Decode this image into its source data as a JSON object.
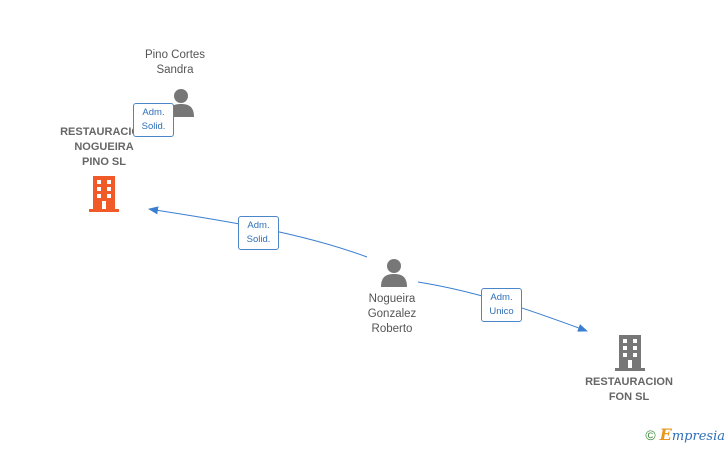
{
  "nodes": {
    "pino_cortes": {
      "label": "Pino Cortes\nSandra",
      "type": "person"
    },
    "restauracion_nogueira": {
      "label": "RESTAURACION\nNOGUEIRA\nPINO  SL",
      "type": "company",
      "color": "#f05a28"
    },
    "nogueira_gonzalez": {
      "label": "Nogueira\nGonzalez\nRoberto",
      "type": "person"
    },
    "restauracion_fon": {
      "label": "RESTAURACION\nFON  SL",
      "type": "company",
      "color": "#777777"
    }
  },
  "relations": [
    {
      "from": "pino_cortes",
      "to": "restauracion_nogueira",
      "label": "Adm.\nSolid."
    },
    {
      "from": "nogueira_gonzalez",
      "to": "restauracion_nogueira",
      "label": "Adm.\nSolid."
    },
    {
      "from": "nogueira_gonzalez",
      "to": "restauracion_fon",
      "label": "Adm.\nUnico"
    }
  ],
  "colors": {
    "edge": "#3a7fd0",
    "person_icon": "#777777"
  },
  "footer": {
    "copyright": "©",
    "brand_initial": "E",
    "brand_rest": "mpresia"
  }
}
